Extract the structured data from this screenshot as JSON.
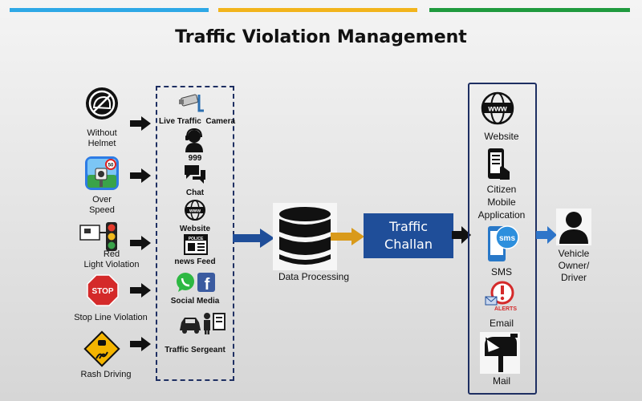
{
  "title": "Traffic Violation Management",
  "colors": {
    "bar_blue": "#2ea8e6",
    "bar_yellow": "#f2b41c",
    "bar_green": "#1f9a3e",
    "navy": "#1f4e99",
    "gold": "#d99a1a"
  },
  "violations": [
    {
      "label": "Without\nHelmet",
      "icon": "no-helmet-icon"
    },
    {
      "label": "Over\nSpeed",
      "icon": "speed-camera-icon"
    },
    {
      "label": "Red\nLight Violation",
      "icon": "traffic-light-icon"
    },
    {
      "label": "Stop Line Violation",
      "icon": "stop-sign-icon"
    },
    {
      "label": "Rash Driving",
      "icon": "rash-driving-icon"
    }
  ],
  "sources": [
    {
      "label": "Live Traffic  Camera",
      "icon": "cctv-camera-icon"
    },
    {
      "label": "999",
      "icon": "call-agent-icon"
    },
    {
      "label": "Chat",
      "icon": "chat-icon"
    },
    {
      "label": "Website",
      "icon": "globe-icon"
    },
    {
      "label": "news Feed",
      "icon": "police-news-icon"
    },
    {
      "label": "Social Media",
      "icon": "whatsapp-facebook-icon"
    },
    {
      "label": "Traffic Sergeant",
      "icon": "sergeant-icon"
    }
  ],
  "processing": {
    "label": "Data Processing",
    "icon": "database-icon"
  },
  "challan": {
    "line1": "Traffic",
    "line2": "Challan"
  },
  "channels": [
    {
      "label": "Website",
      "icon": "www-globe-icon"
    },
    {
      "label": "Citizen\nMobile\nApplication",
      "icon": "mobile-app-icon"
    },
    {
      "label": "SMS",
      "icon": "sms-icon"
    },
    {
      "label": "Email",
      "icon": "email-alert-icon"
    },
    {
      "label": "Mail",
      "icon": "mailbox-icon"
    }
  ],
  "recipient": {
    "label": "Vehicle\nOwner/\nDriver",
    "icon": "person-icon"
  }
}
